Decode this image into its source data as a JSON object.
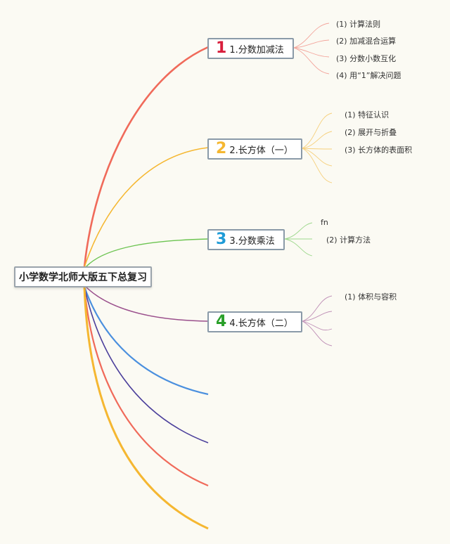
{
  "root": {
    "label": "小学数学北师大版五下总复习"
  },
  "branches": [
    {
      "badge": "1",
      "title": "1.分数加减法",
      "color": "#f06a5a",
      "badge_color": "#d81e3c",
      "children": [
        "(1)  计算法则",
        "(2)  加减混合运算",
        "(3)  分数小数互化",
        "(4)  用“1”解决问题"
      ]
    },
    {
      "badge": "2",
      "title": "2.长方体（一）",
      "color": "#f5b731",
      "badge_color": "#f5b731",
      "children": [
        "(1)  特征认识",
        "(2)  展开与折叠",
        "(3)  长方体的表面积"
      ]
    },
    {
      "badge": "3",
      "title": "3.分数乘法",
      "color": "#6cc451",
      "badge_color": "#1e9bd7",
      "children": [
        "fn",
        "(2)  计算方法"
      ]
    },
    {
      "badge": "4",
      "title": "4.长方体（二）",
      "color": "#9a4f8c",
      "badge_color": "#2aa02a",
      "children": [
        "(1)  体积与容积"
      ]
    }
  ],
  "extra_branch_colors": [
    "#4a8fde",
    "#4b3f9b",
    "#f06a5a",
    "#f5b731"
  ]
}
